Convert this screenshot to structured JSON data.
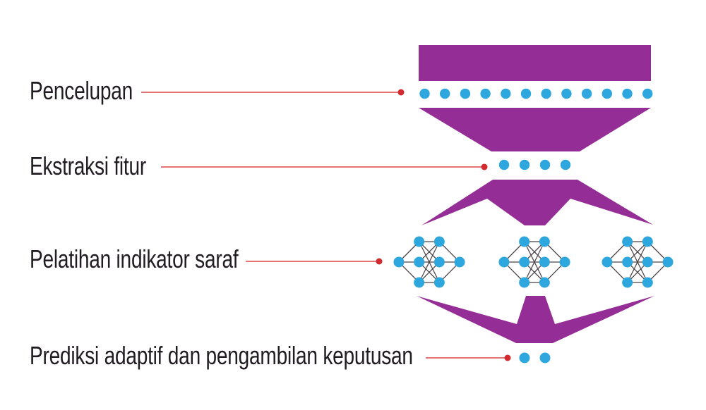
{
  "colors": {
    "purple": "#952d96",
    "blue": "#2da7dd",
    "edge": "#4b4348",
    "red_line": "#d9474c",
    "red_dot": "#d32a30",
    "text": "#201c21",
    "background": "#ffffff"
  },
  "labels": [
    {
      "text": "Pencelupan"
    },
    {
      "text": "Ekstraksi fitur"
    },
    {
      "text": "Pelatihan indikator saraf"
    },
    {
      "text": "Prediksi adaptif dan pengambilan keputusan"
    }
  ],
  "diagram": {
    "embedding_dots": 12,
    "feature_dots": 4,
    "networks": 3,
    "network_layers": [
      1,
      3,
      3,
      1
    ],
    "output_dots": 2
  }
}
